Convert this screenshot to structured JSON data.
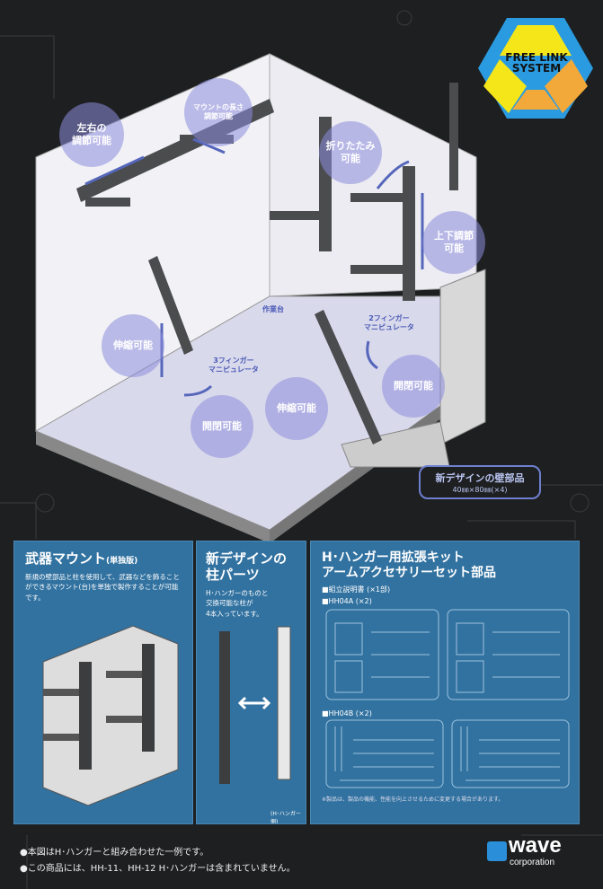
{
  "logo": {
    "text": "FREE LINK SYSTEM",
    "colors": {
      "blue": "#2a9be0",
      "yellow": "#f5e61a",
      "orange": "#f2a93a"
    }
  },
  "diagram": {
    "bubbles": [
      "左右の\n調節可能",
      "マウントの長さ\n調節可能",
      "折りたたみ\n可能",
      "上下調節\n可能",
      "伸縮可能",
      "開閉可能",
      "伸縮可能",
      "開閉可能"
    ],
    "labels": {
      "workbench": "作業台",
      "two_finger": "2フィンガー\nマニピュレータ",
      "three_finger": "3フィンガー\nマニピュレータ"
    },
    "callout": {
      "title": "新デザインの壁部品",
      "size": "40㎜×80㎜(×4)"
    }
  },
  "panels": {
    "weapon_mount": {
      "title": "武器マウント",
      "subtitle": "(単独版)",
      "text": "新規の壁部品と柱を使用して、武器などを飾ることができるマウント(台)を単独で製作することが可能です。"
    },
    "pillar": {
      "title": "新デザインの\n柱パーツ",
      "text": "H･ハンガーのものと\n交換可能な柱が\n4本入っています。",
      "caption": "(H･ハンガー側)"
    },
    "kit": {
      "title": "H･ハンガー用拡張キット\nアームアクセサリーセット部品",
      "items": [
        "■組立説明書 (×1部)",
        "■HH04A (×2)",
        "■HH04B (×2)"
      ],
      "footnote": "※製品は、製品の機能、性能を向上させるために変更する場合があります。"
    }
  },
  "notes": [
    "●本図はH･ハンガーと組み合わせた一例です。",
    "●この商品には、HH-11、HH-12 H･ハンガーは含まれていません。"
  ],
  "brand": {
    "name": "wave",
    "sub": "corporation"
  }
}
